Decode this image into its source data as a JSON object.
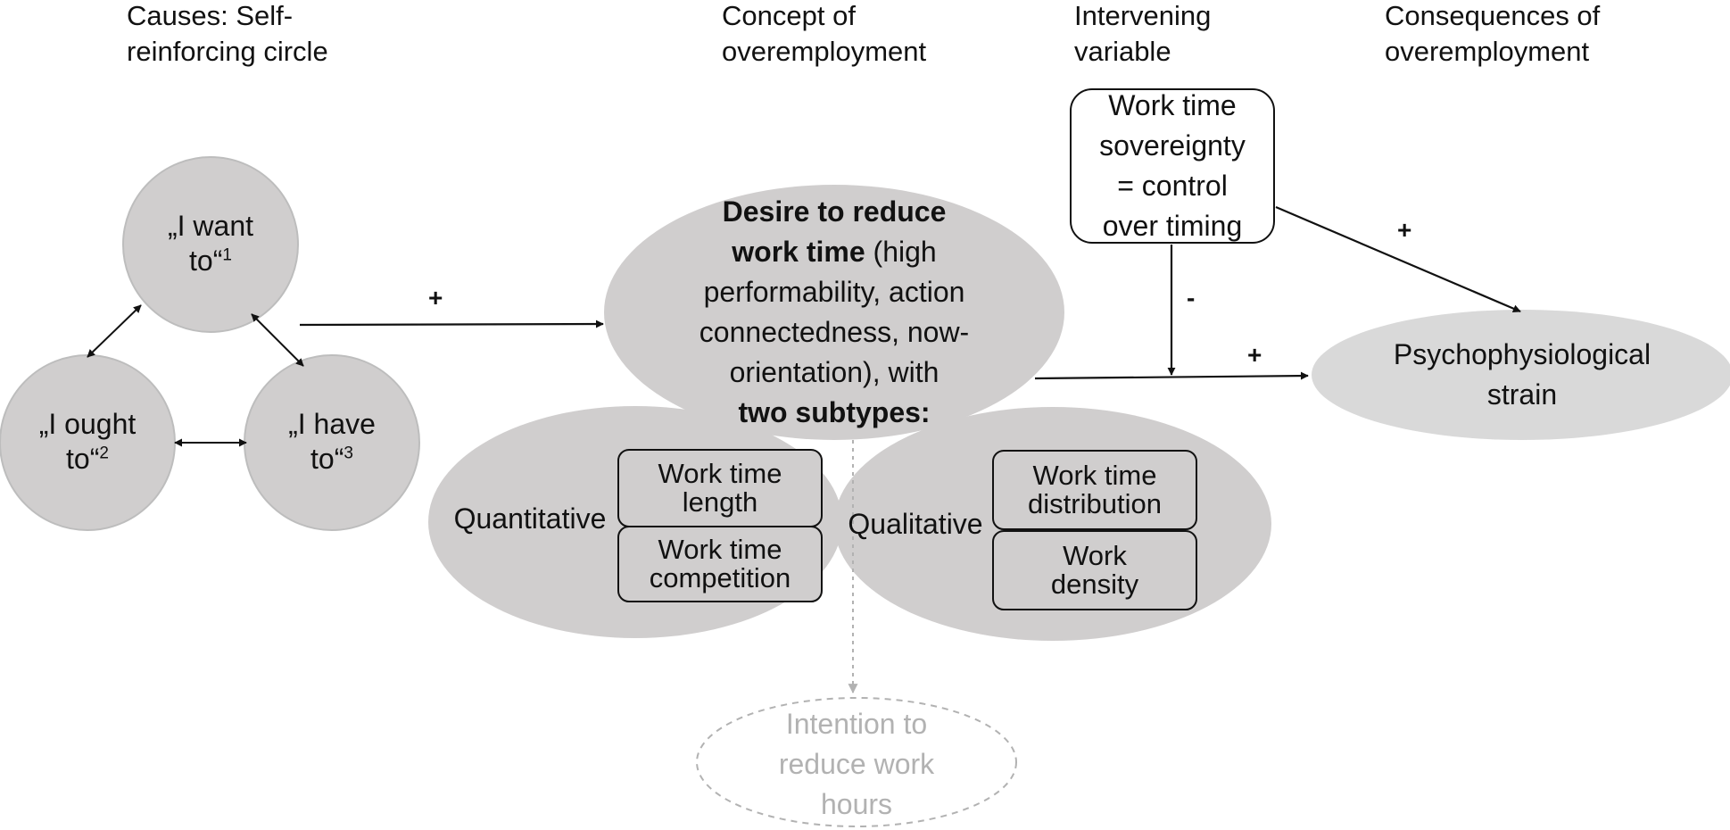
{
  "headers": {
    "causes": [
      "Causes: Self-",
      "reinforcing circle"
    ],
    "concept": [
      "Concept of",
      "overemployment"
    ],
    "intervening": [
      "Intervening",
      "variable"
    ],
    "consequences": [
      "Consequences of",
      "overemployment"
    ]
  },
  "causes": {
    "want": {
      "text": "„I want",
      "text2": "to“",
      "sup": "1"
    },
    "ought": {
      "text": "„I ought",
      "text2": "to“",
      "sup": "2"
    },
    "have": {
      "text": "„I have",
      "text2": "to“",
      "sup": "3"
    }
  },
  "concept": {
    "line1_bold": "Desire to reduce",
    "line2_bold": "work time",
    "line2_rest": " (high",
    "line3": "performability, action",
    "line4": "connectedness, now-",
    "line5": "orientation), with",
    "line6_bold": "two subtypes:"
  },
  "subtypes": {
    "quantitative": {
      "label": "Quantitative",
      "box1": [
        "Work time",
        "length"
      ],
      "box2": [
        "Work time",
        "competition"
      ]
    },
    "qualitative": {
      "label": "Qualitative",
      "box1": [
        "Work time",
        "distribution"
      ],
      "box2": [
        "Work",
        "density"
      ]
    }
  },
  "intervening": {
    "box": [
      "Work time",
      "sovereignty",
      "= control",
      "over timing"
    ]
  },
  "consequence": [
    "Psychophysiological",
    "strain"
  ],
  "intention": [
    "Intention to",
    "reduce work",
    "hours"
  ],
  "signs": {
    "causes_to_concept": "+",
    "sovereignty_minus": "-",
    "sovereignty_plus": "+",
    "concept_to_strain": "+"
  },
  "colors": {
    "fill": "#d0cece",
    "light_fill": "#d9d9d9",
    "stroke": "#111111",
    "faded": "#b2b2b2"
  }
}
